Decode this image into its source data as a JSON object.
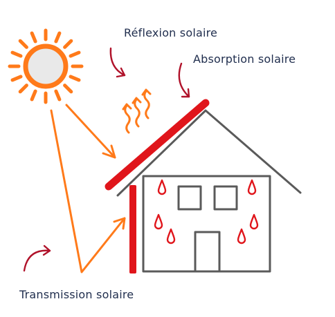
{
  "labels": {
    "reflexion": "Réflexion solaire",
    "absorption": "Absorption solaire",
    "transmission": "Transmission solaire"
  },
  "colors": {
    "sun": "#ff7a1a",
    "sun_center": "#e9e9e9",
    "ray": "#ff7a1a",
    "panel": "#e0151b",
    "house": "#5a5a5a",
    "drop": "#e0151b",
    "pointer": "#b0122a",
    "text": "#1f2d4d"
  },
  "icons": [
    "sun-icon",
    "heat-waves-icon",
    "heat-drop-icon",
    "curved-arrow-icon"
  ]
}
